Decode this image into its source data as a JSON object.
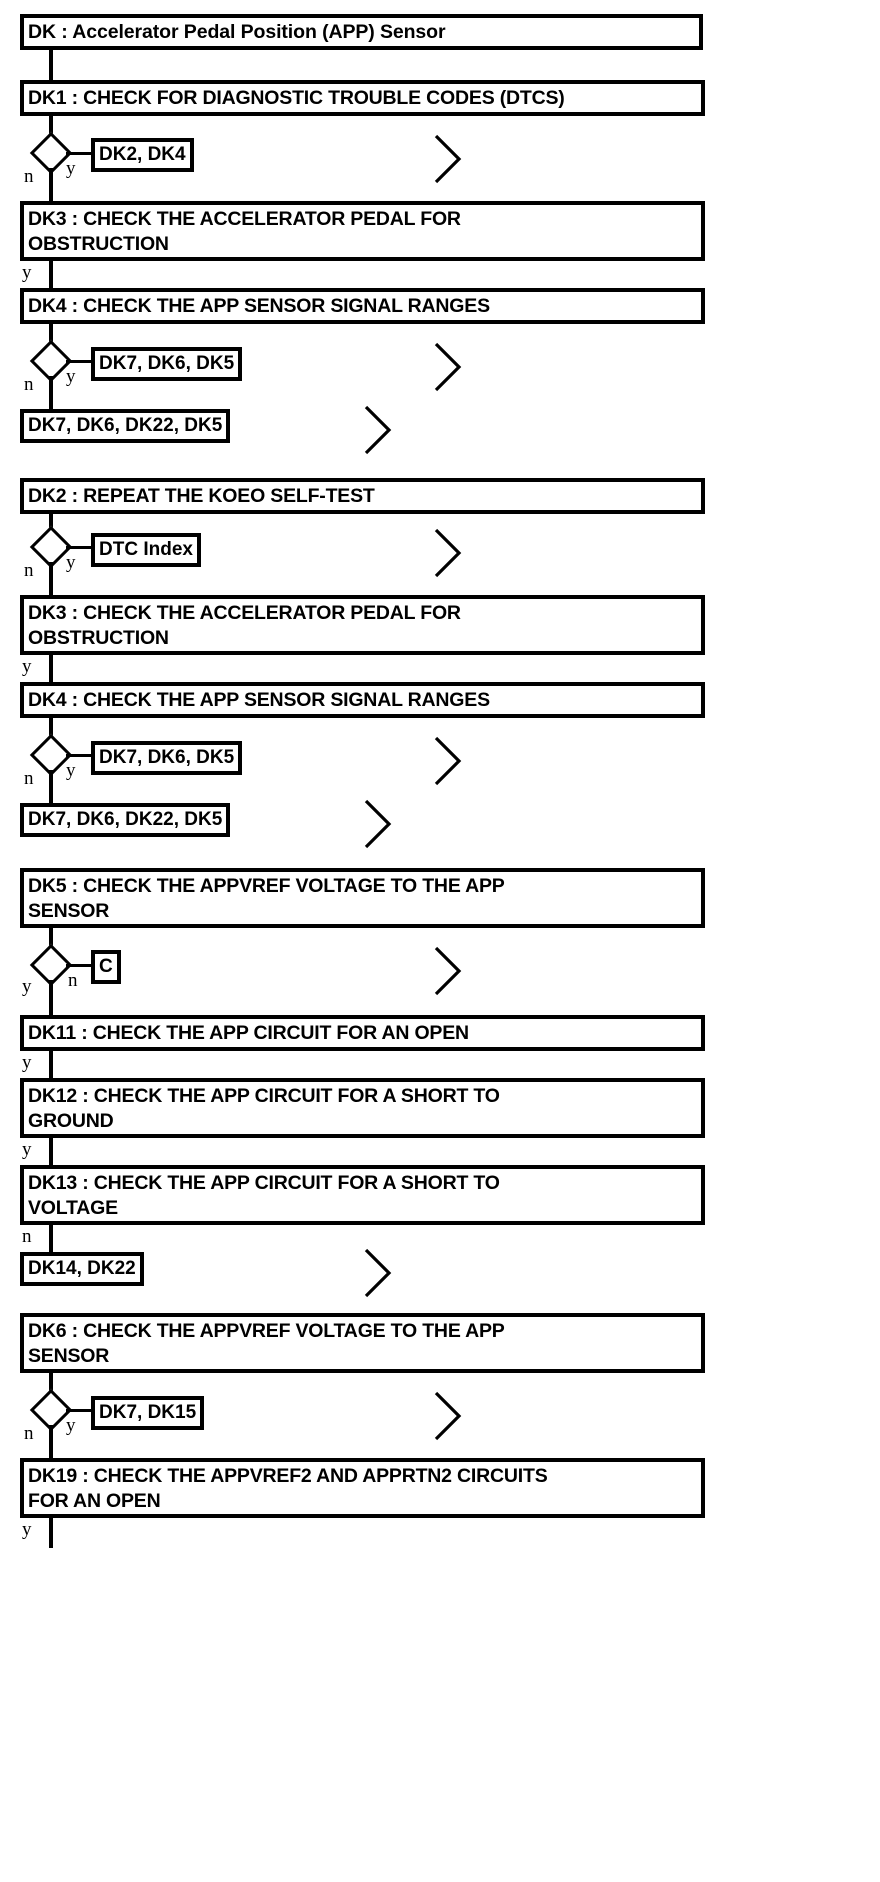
{
  "diagram": {
    "type": "flowchart",
    "title": "DK : Accelerator Pedal Position (APP) Sensor",
    "branch_yes": "y",
    "branch_no": "n",
    "nodes": [
      {
        "id": "title",
        "kind": "title",
        "text": "DK : Accelerator Pedal Position (APP) Sensor"
      },
      {
        "id": "dk1",
        "kind": "step",
        "text": "DK1 : CHECK FOR DIAGNOSTIC TROUBLE CODES (DTCS)"
      },
      {
        "id": "ref1",
        "kind": "ref",
        "text": "DK2, DK4"
      },
      {
        "id": "dk3a",
        "kind": "step",
        "text": "DK3 : CHECK THE ACCELERATOR PEDAL FOR\nOBSTRUCTION"
      },
      {
        "id": "dk4a",
        "kind": "step",
        "text": "DK4 : CHECK THE APP SENSOR SIGNAL RANGES"
      },
      {
        "id": "ref2",
        "kind": "ref",
        "text": "DK7, DK6, DK5"
      },
      {
        "id": "ref3",
        "kind": "terminal",
        "text": "DK7, DK6, DK22, DK5"
      },
      {
        "id": "dk2",
        "kind": "step",
        "text": "DK2 : REPEAT THE KOEO SELF-TEST"
      },
      {
        "id": "ref4",
        "kind": "ref",
        "text": "DTC Index"
      },
      {
        "id": "dk3b",
        "kind": "step",
        "text": "DK3 : CHECK THE ACCELERATOR PEDAL FOR\nOBSTRUCTION"
      },
      {
        "id": "dk4b",
        "kind": "step",
        "text": "DK4 : CHECK THE APP SENSOR SIGNAL RANGES"
      },
      {
        "id": "ref5",
        "kind": "ref",
        "text": "DK7, DK6, DK5"
      },
      {
        "id": "ref6",
        "kind": "terminal",
        "text": "DK7, DK6, DK22, DK5"
      },
      {
        "id": "dk5",
        "kind": "step",
        "text": "DK5 : CHECK THE APPVREF VOLTAGE TO THE APP\nSENSOR"
      },
      {
        "id": "refC",
        "kind": "ref",
        "text": "C"
      },
      {
        "id": "dk11",
        "kind": "step",
        "text": "DK11 : CHECK THE APP CIRCUIT FOR AN OPEN"
      },
      {
        "id": "dk12",
        "kind": "step",
        "text": "DK12 : CHECK THE APP CIRCUIT FOR A SHORT TO\nGROUND"
      },
      {
        "id": "dk13",
        "kind": "step",
        "text": "DK13 : CHECK THE APP CIRCUIT FOR A SHORT TO\nVOLTAGE"
      },
      {
        "id": "ref7",
        "kind": "terminal",
        "text": "DK14, DK22"
      },
      {
        "id": "dk6",
        "kind": "step",
        "text": "DK6 : CHECK THE APPVREF VOLTAGE TO THE APP\nSENSOR"
      },
      {
        "id": "ref8",
        "kind": "ref",
        "text": "DK7, DK15"
      },
      {
        "id": "dk19",
        "kind": "step",
        "text": "DK19 : CHECK THE APPVREF2 AND APPRTN2 CIRCUITS\nFOR AN OPEN"
      }
    ],
    "labels": {
      "l1_n": "n",
      "l1_y": "y",
      "l2_y": "y",
      "l3_n": "n",
      "l3_y": "y",
      "l4_n": "n",
      "l4_y": "y",
      "l5_y": "y",
      "l6_n": "n",
      "l6_y": "y",
      "l7_y": "y",
      "l7_n": "n",
      "l8_y": "y",
      "l9_y": "y",
      "l10_n": "n",
      "l11_n": "n",
      "l11_y": "y",
      "l12_y": "y"
    }
  }
}
